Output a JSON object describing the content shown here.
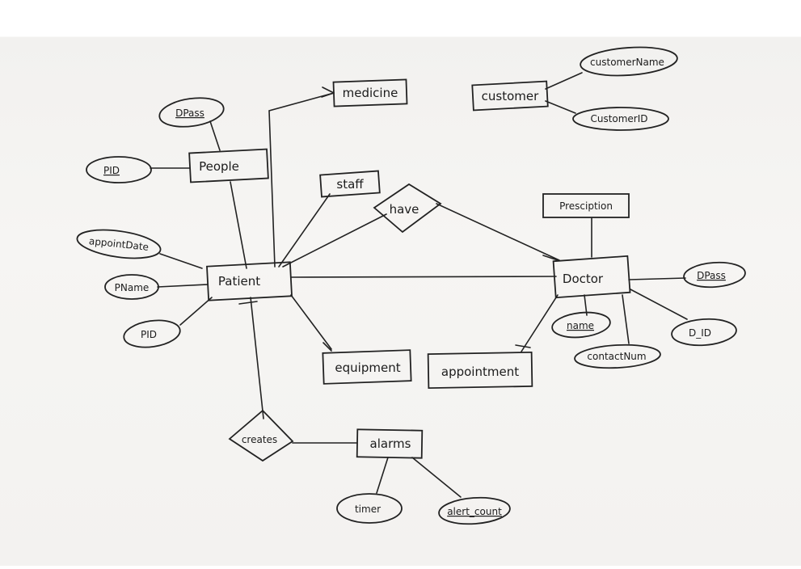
{
  "diagram": {
    "entities": {
      "medicine": "medicine",
      "customer": "customer",
      "people": "People",
      "staff": "staff",
      "prescription": "Presciption",
      "patient": "Patient",
      "doctor": "Doctor",
      "equipment": "equipment",
      "appointment": "appointment",
      "alarms": "alarms"
    },
    "relationships": {
      "have": "have",
      "creates": "creates"
    },
    "attributes": {
      "customer_name": "customerName",
      "customer_id": "CustomerID",
      "people_dpass": "DPass",
      "people_pid": "PID",
      "appoint_date": "appointDate",
      "pname": "PName",
      "patient_pid": "PID",
      "doctor_dpass": "DPass",
      "doctor_name": "name",
      "doctor_id": "D_ID",
      "contact_num": "contactNum",
      "timer": "timer",
      "alert_count": "alert_count"
    }
  }
}
